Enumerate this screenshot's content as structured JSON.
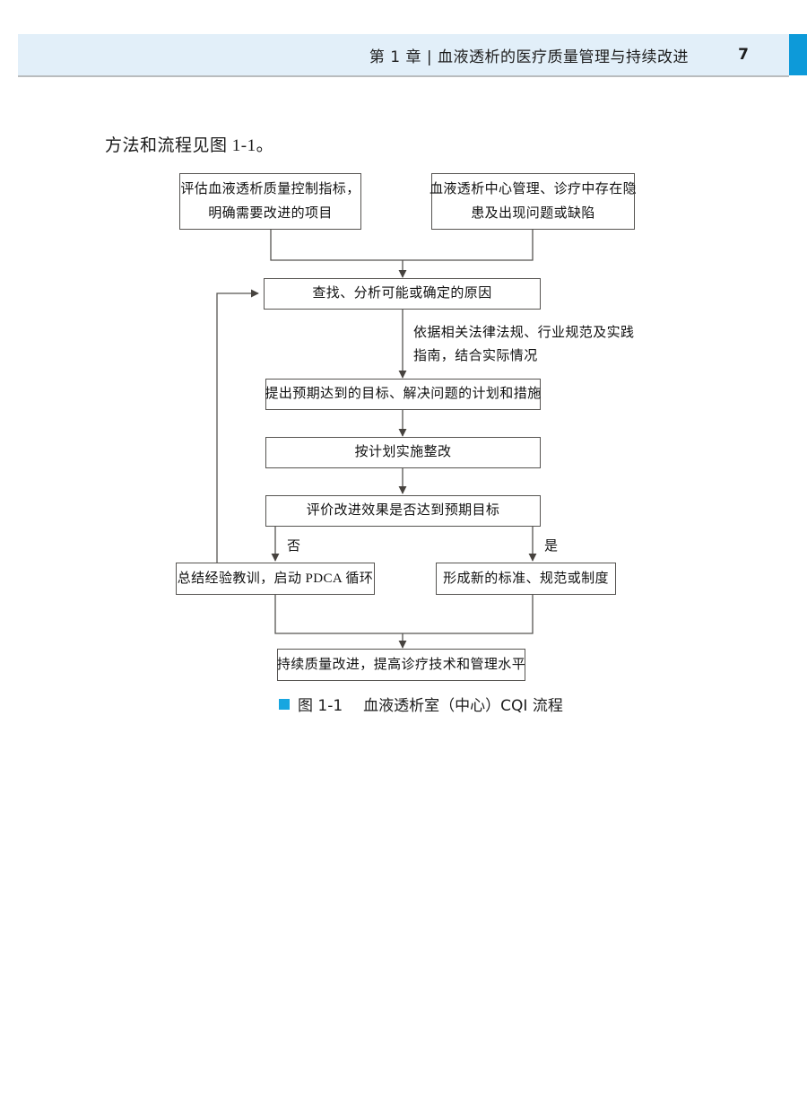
{
  "header": {
    "chapter_title": "第 1 章 | 血液透析的医疗质量管理与持续改进",
    "page_number": "7",
    "accent_color": "#0d9ad9",
    "band_color": "#e2eff9"
  },
  "body": {
    "paragraph": "方法和流程见图 1-1。"
  },
  "chart_data": {
    "type": "diagram",
    "subtype": "flowchart",
    "title": "血液透析室（中心）CQI 流程",
    "nodes": [
      {
        "id": "n1",
        "label_lines": [
          "评估血液透析质量控制指标，",
          "明确需要改进的项目"
        ],
        "shape": "rect"
      },
      {
        "id": "n2",
        "label_lines": [
          "血液透析中心管理、诊疗中存在隐",
          "患及出现问题或缺陷"
        ],
        "shape": "rect"
      },
      {
        "id": "n3",
        "label_lines": [
          "查找、分析可能或确定的原因"
        ],
        "shape": "rect"
      },
      {
        "id": "n4",
        "label_lines": [
          "提出预期达到的目标、解决问题的计划和措施"
        ],
        "shape": "rect"
      },
      {
        "id": "n5",
        "label_lines": [
          "按计划实施整改"
        ],
        "shape": "rect"
      },
      {
        "id": "n6",
        "label_lines": [
          "评价改进效果是否达到预期目标"
        ],
        "shape": "rect"
      },
      {
        "id": "n7",
        "label_lines": [
          "总结经验教训，启动 PDCA 循环"
        ],
        "shape": "rect"
      },
      {
        "id": "n8",
        "label_lines": [
          "形成新的标准、规范或制度"
        ],
        "shape": "rect"
      },
      {
        "id": "n9",
        "label_lines": [
          "持续质量改进，提高诊疗技术和管理水平"
        ],
        "shape": "rect"
      }
    ],
    "edges": [
      {
        "from": "n1",
        "to": "n3",
        "label": ""
      },
      {
        "from": "n2",
        "to": "n3",
        "label": ""
      },
      {
        "from": "n3",
        "to": "n4",
        "label": "依据相关法律法规、行业规范及实践指南，结合实际情况"
      },
      {
        "from": "n4",
        "to": "n5",
        "label": ""
      },
      {
        "from": "n5",
        "to": "n6",
        "label": ""
      },
      {
        "from": "n6",
        "to": "n7",
        "label": "否"
      },
      {
        "from": "n6",
        "to": "n8",
        "label": "是"
      },
      {
        "from": "n7",
        "to": "n3",
        "label": ""
      },
      {
        "from": "n7",
        "to": "n9",
        "label": ""
      },
      {
        "from": "n8",
        "to": "n9",
        "label": ""
      }
    ],
    "edge_annotations": {
      "plan_basis_line1": "依据相关法律法规、行业规范及实践",
      "plan_basis_line2": "指南，结合实际情况",
      "branch_no": "否",
      "branch_yes": "是"
    },
    "line_color": "#565451"
  },
  "figure": {
    "number": "图 1-1",
    "caption": "血液透析室（中心）CQI 流程",
    "bullet_color": "#17a6e0"
  }
}
